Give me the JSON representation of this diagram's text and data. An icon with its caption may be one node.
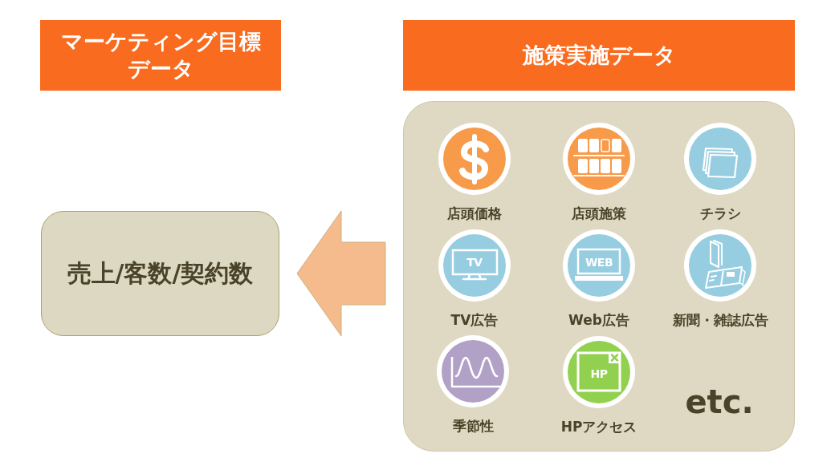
{
  "diagram": {
    "nodes": [
      {
        "text": [
          "マーケティング目標データ"
        ]
      },
      {
        "text": [
          "施策実施データ"
        ]
      },
      {
        "text": [
          "売上/客数/契約数"
        ]
      },
      {
        "text": [],
        "shape": "box"
      },
      {
        "text": [
          "店頭価格"
        ],
        "in": 3
      },
      {
        "text": [
          "店頭施策"
        ],
        "in": 3
      },
      {
        "text": [
          "チラシ"
        ],
        "in": 3
      },
      {
        "text": [
          "TV広告"
        ],
        "in": 3
      },
      {
        "text": [
          "Web広告"
        ],
        "in": 3
      },
      {
        "text": [
          "新聞・雑誌広告"
        ],
        "in": 3
      },
      {
        "text": [
          "季節性"
        ],
        "in": 3
      },
      {
        "text": [
          "HPアクセス"
        ],
        "in": 3
      }
    ],
    "edges": [
      {
        "from": 3,
        "to": 2,
        "arrow": "to"
      }
    ],
    "labels": [
      "TV",
      "WEB",
      "HP",
      "etc."
    ]
  }
}
